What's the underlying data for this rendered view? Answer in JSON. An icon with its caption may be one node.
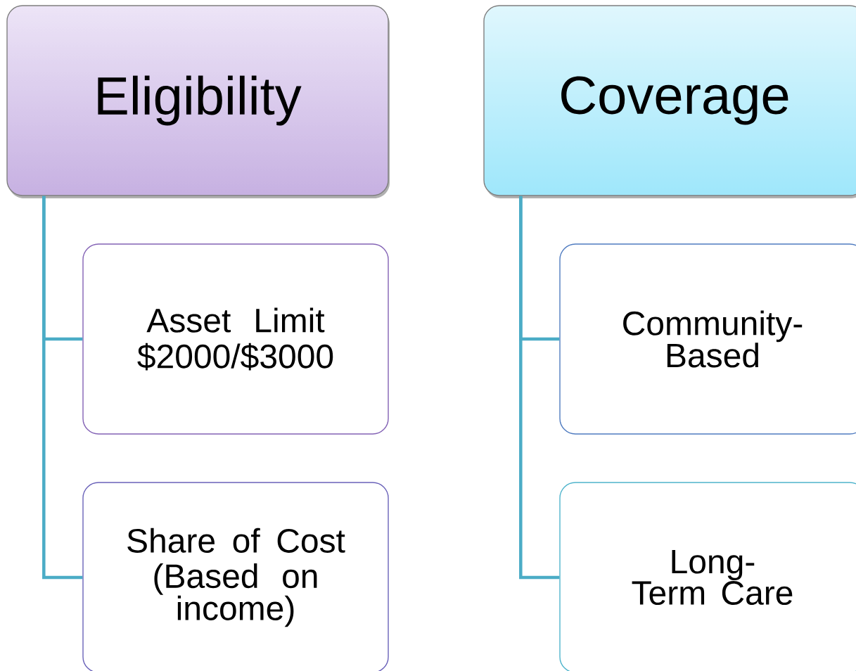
{
  "diagram": {
    "nodes": [
      {
        "text": [
          "Eligibility"
        ]
      },
      {
        "text": [
          "Asset Limit",
          "$2000/$3000"
        ]
      },
      {
        "text": [
          "Share of Cost",
          "(Based on income)"
        ]
      },
      {
        "text": [
          "Coverage"
        ]
      },
      {
        "text": [
          "Community-Based"
        ]
      },
      {
        "text": [
          "Long-Term Care"
        ]
      }
    ],
    "edges": [
      {
        "from": 0,
        "to": 1,
        "arrow": "none"
      },
      {
        "from": 0,
        "to": 2,
        "arrow": "none"
      },
      {
        "from": 3,
        "to": 4,
        "arrow": "none"
      },
      {
        "from": 3,
        "to": 5,
        "arrow": "none"
      }
    ]
  }
}
